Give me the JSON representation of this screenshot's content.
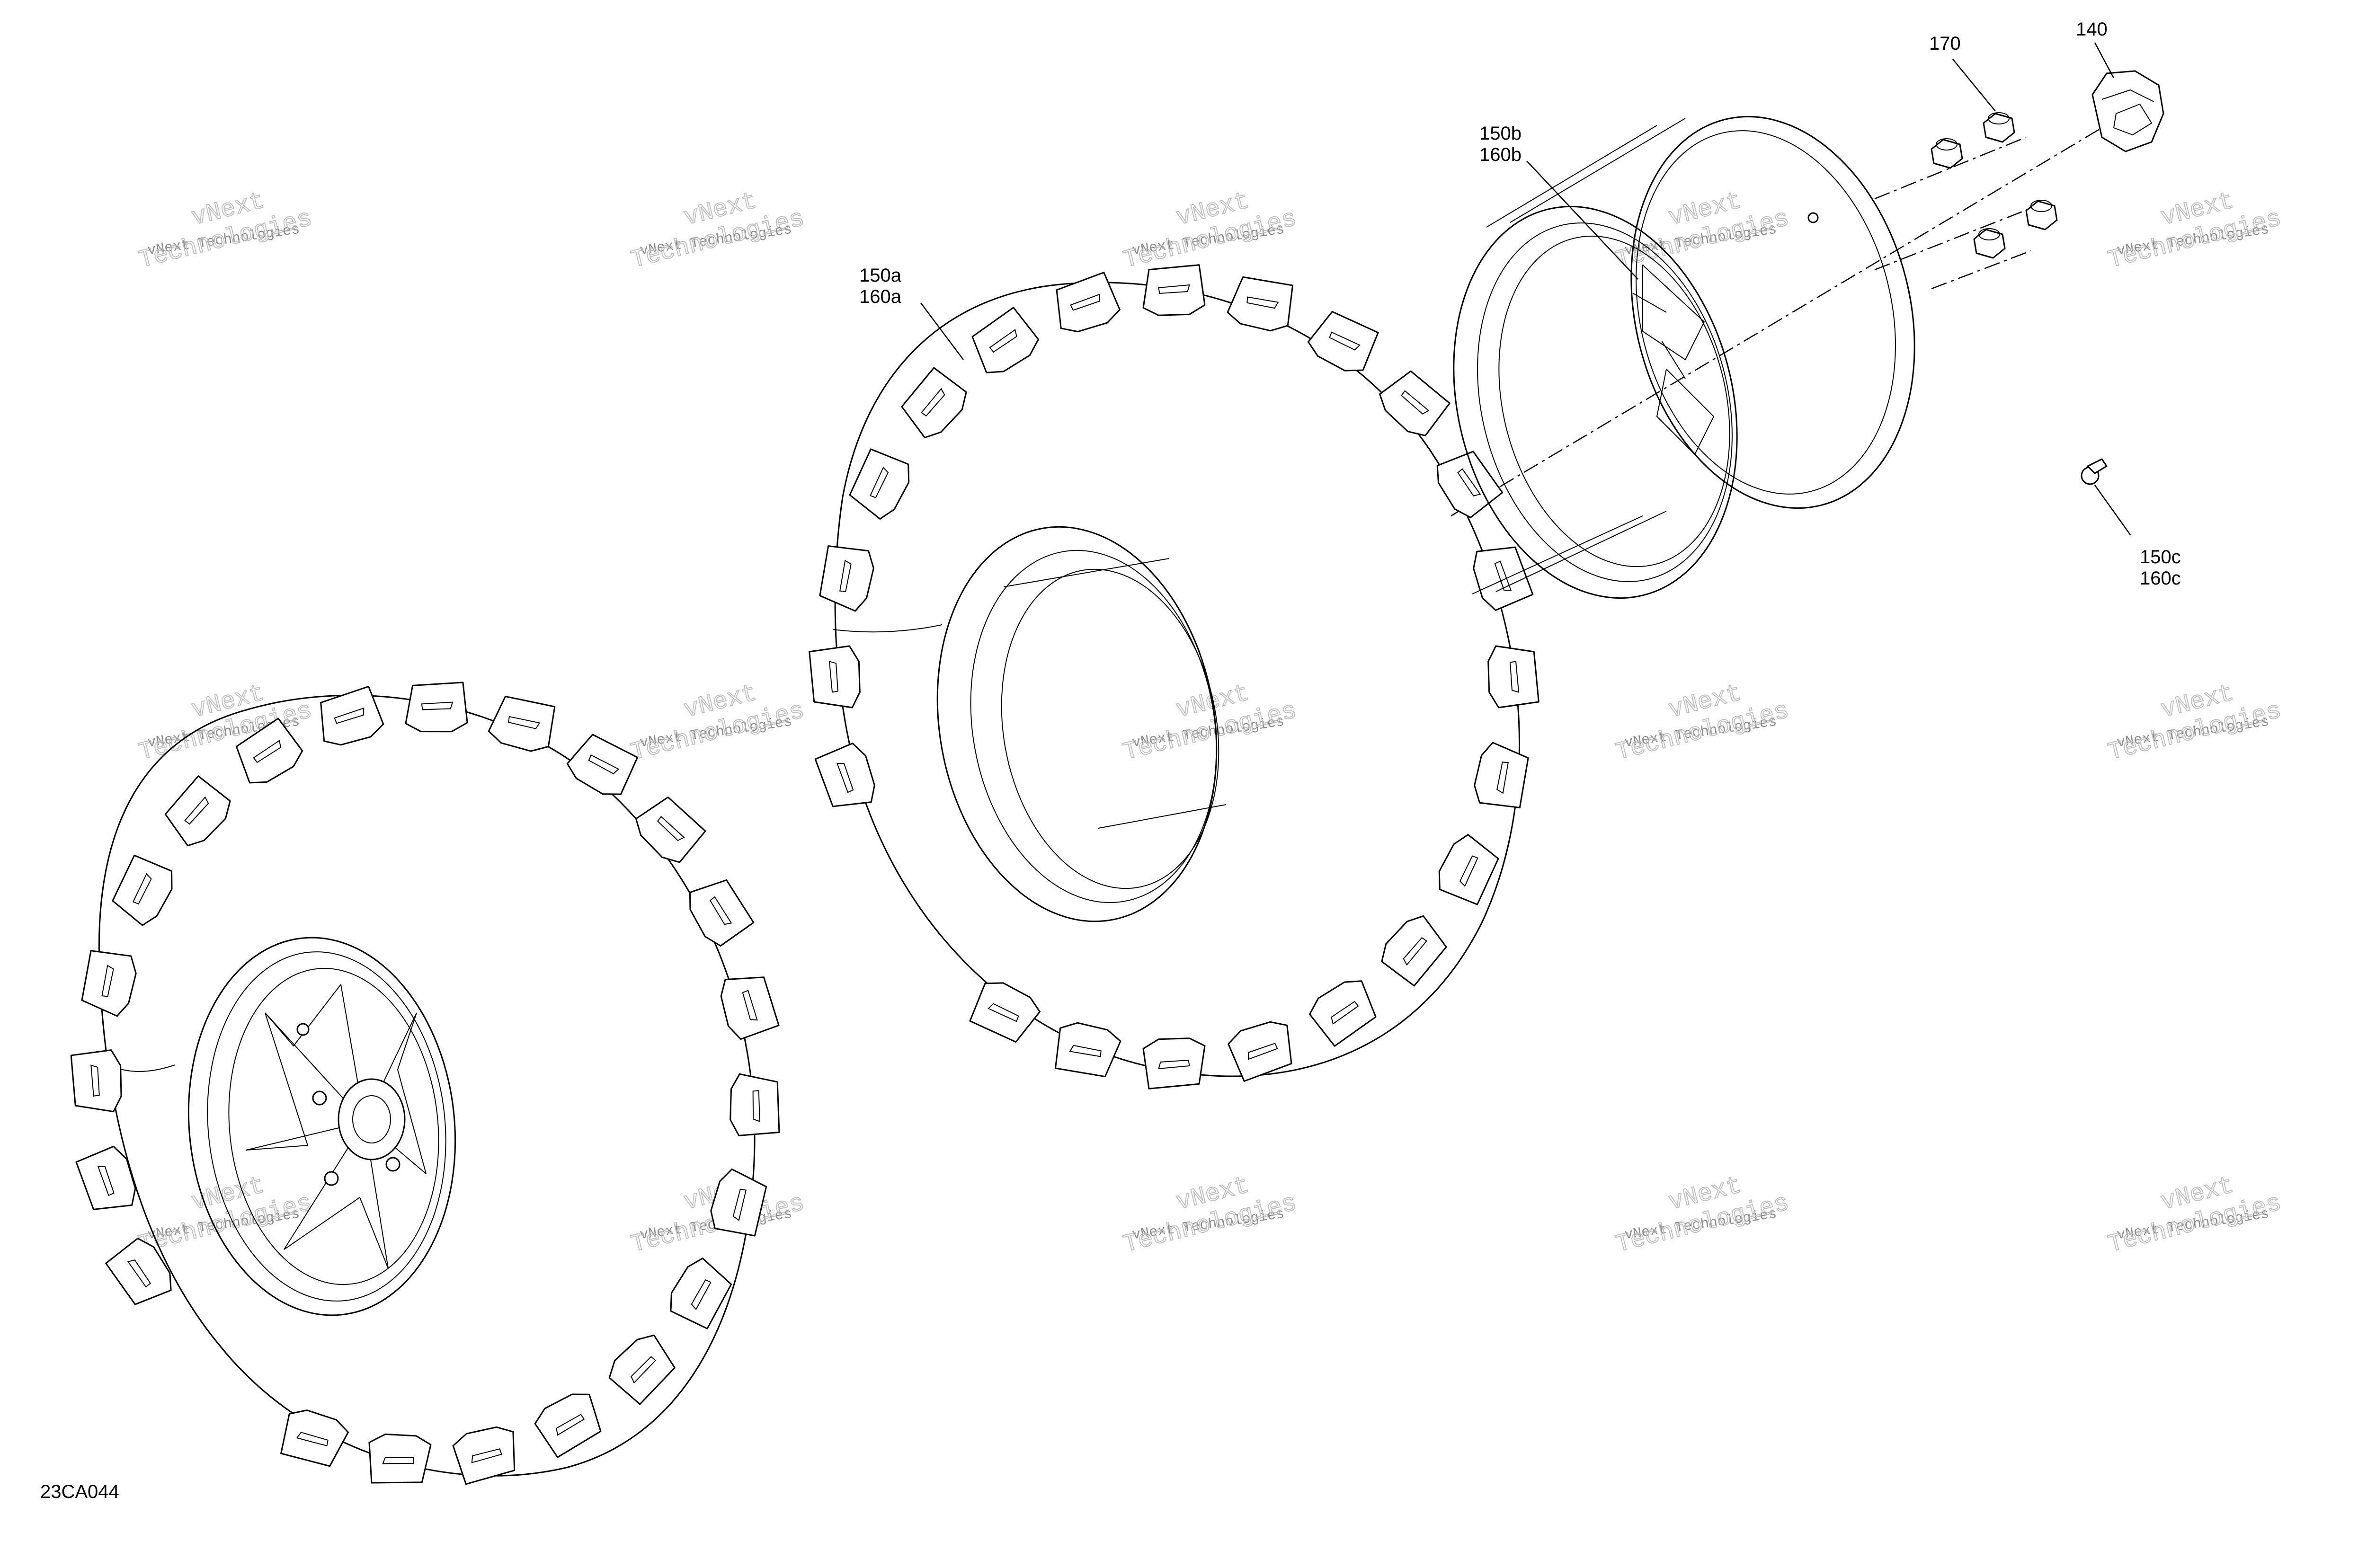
{
  "figure_id": "23CA044",
  "callouts": {
    "c140": "140",
    "c170": "170",
    "c150a": "150a",
    "c160a": "160a",
    "c150b": "150b",
    "c160b": "160b",
    "c150c": "150c",
    "c160c": "160c"
  },
  "watermark": {
    "line1": "vNext Technologies",
    "line2": "vNext\nTechnologies"
  }
}
